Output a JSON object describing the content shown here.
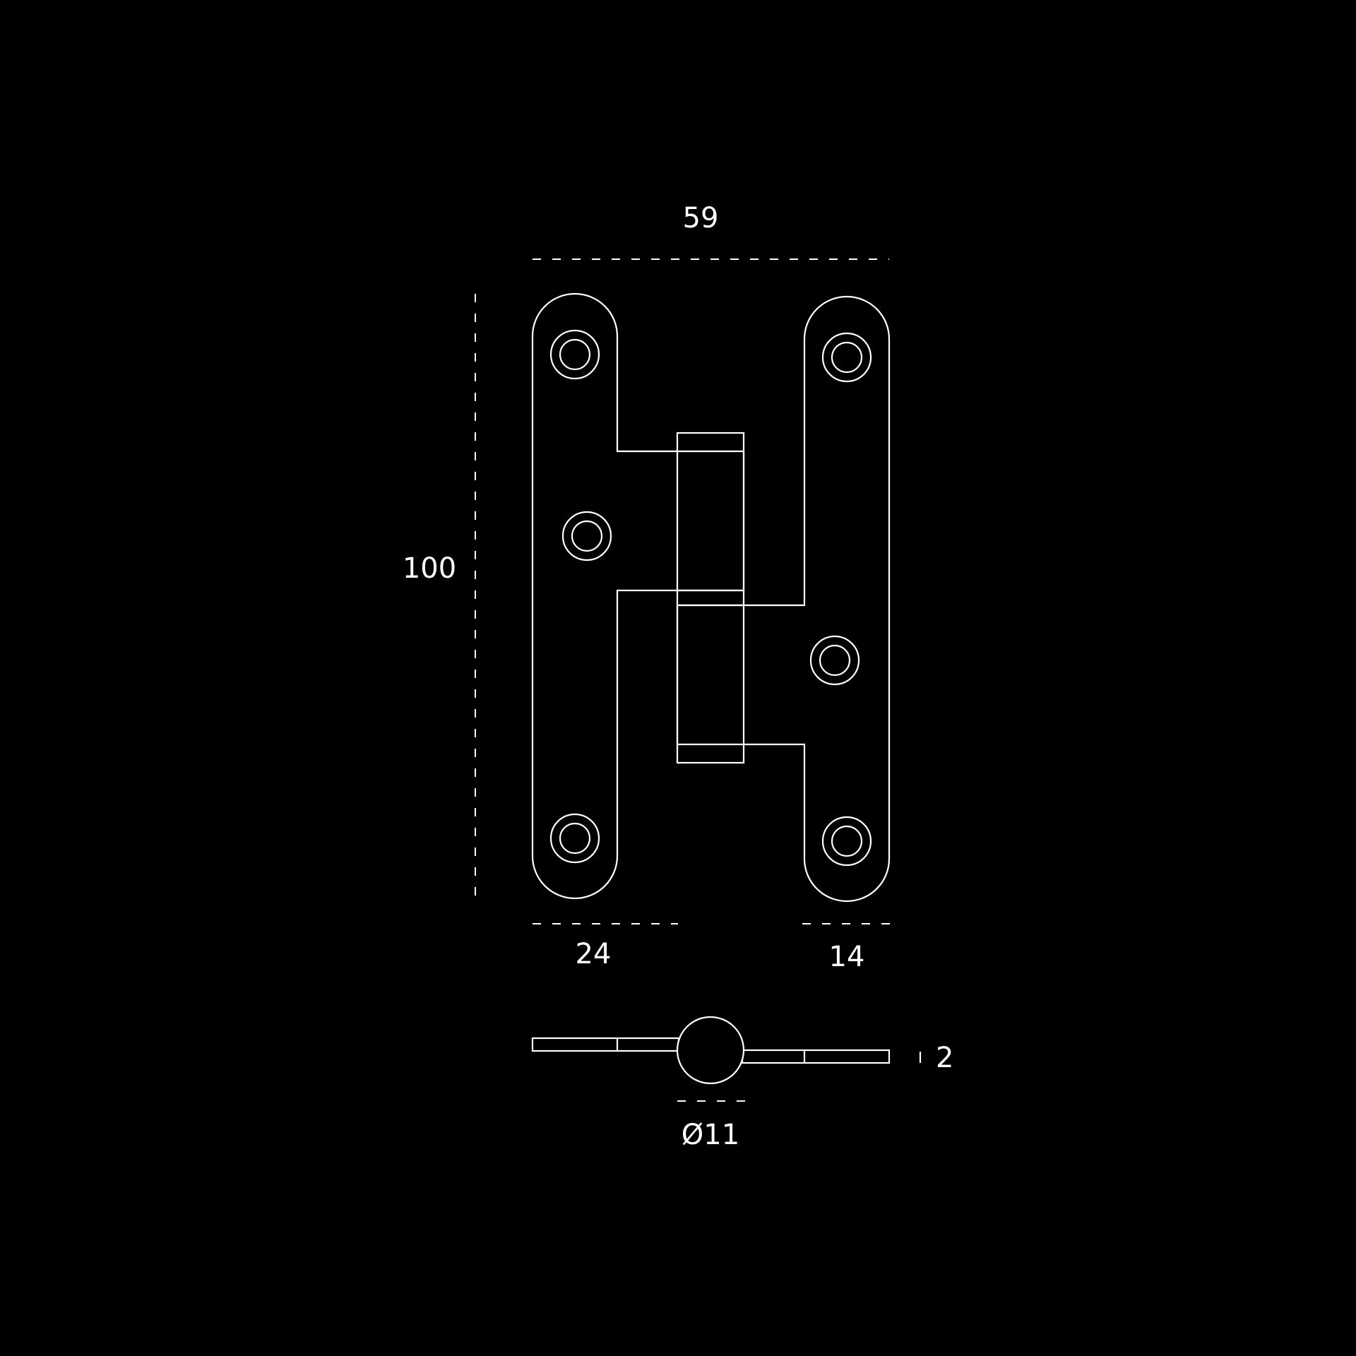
{
  "colors": {
    "background": "#000000",
    "line": "#ffffff"
  },
  "dimensions": {
    "overall_width": "59",
    "height": "100",
    "left_leaf_width": "24",
    "right_leaf_width": "14",
    "thickness": "2",
    "knuckle_diameter": "Ø11"
  }
}
